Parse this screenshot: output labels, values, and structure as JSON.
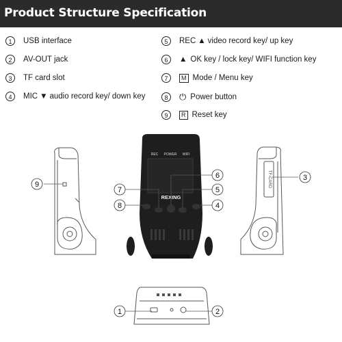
{
  "title": "Product Structure Specification",
  "specs": [
    {
      "num": "1",
      "text": "USB interface"
    },
    {
      "num": "2",
      "text": "AV-OUT jack"
    },
    {
      "num": "3",
      "text": "TF card slot"
    },
    {
      "num": "4",
      "pre": "MIC",
      "glyph": "▼",
      "text": "audio record key/ down key"
    },
    {
      "num": "5",
      "pre": "REC",
      "glyph": "▲",
      "text": "video record key/ up key"
    },
    {
      "num": "6",
      "glyph": "▲",
      "text": "OK key / lock key/ WIFI function key"
    },
    {
      "num": "7",
      "box": "M",
      "text": "Mode / Menu key"
    },
    {
      "num": "8",
      "glyph": "⏻",
      "text": "Power button"
    },
    {
      "num": "9",
      "box": "R",
      "text": "Reset key"
    }
  ],
  "device": {
    "brand": "REXING",
    "labels": {
      "rec": "REC",
      "power": "POWER",
      "wifi": "WIFI"
    },
    "side_text": "TF-CARD"
  },
  "callouts": [
    "1",
    "2",
    "3",
    "4",
    "5",
    "6",
    "7",
    "8",
    "9"
  ],
  "colors": {
    "header": "#2b2b2b",
    "device": "#1e1e1e",
    "line": "#555555"
  }
}
